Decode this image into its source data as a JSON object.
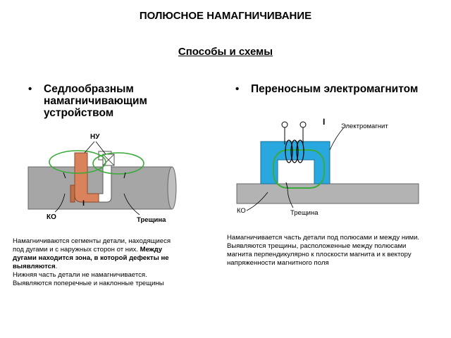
{
  "page": {
    "title": "ПОЛЮСНОЕ НАМАГНИЧИВАНИЕ",
    "subtitle": "Способы и схемы"
  },
  "left": {
    "bullet_dot": "•",
    "bullet_text": "Седлообразным намагничивающим устройством",
    "labels": {
      "nu": "НУ",
      "current": "I",
      "ko": "КО",
      "crack": "Трещина"
    },
    "description": {
      "part1": "Намагничиваются сегменты детали, находящиеся под дугами и с наружных сторон от них. ",
      "bold": "Между дугами находится зона, в которой дефекты не выявляются",
      "part2": ".\nНижняя часть детали не намагничивается.\nВыявляются поперечные и наклонные трещины"
    }
  },
  "right": {
    "bullet_dot": "•",
    "bullet_text": "Переносным электромагнитом",
    "labels": {
      "current": "I",
      "electromagnet": "Электромагнит",
      "ko": "КО",
      "crack": "Трещина"
    },
    "description": "Намагничивается часть детали под полюсами и между ними.\nВыявляются трещины, расположенные между полюсами магнита перпендикулярно к плоскости магнита и к вектору напряженности магнитного поля"
  },
  "colors": {
    "cylinder": "#a6a6a6",
    "saddle": "#d9825b",
    "field": "#3aaa3a",
    "magnet": "#29a8e0",
    "plate": "#b3b3b3"
  }
}
